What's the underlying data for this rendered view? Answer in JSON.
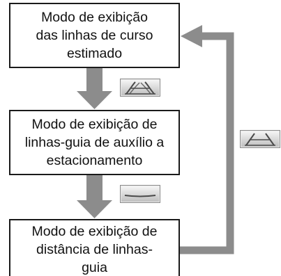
{
  "diagram": {
    "boxes": [
      {
        "line1": "Modo de exibição",
        "line2": "das linhas de curso",
        "line3": "estimado"
      },
      {
        "line1": "Modo de exibição de",
        "line2": "linhas-guia de auxílio a",
        "line3": "estacionamento"
      },
      {
        "line1": "Modo de exibição de",
        "line2": "distância de linhas-",
        "line3": "guia"
      }
    ],
    "buttons": [
      {
        "icon": "estimated-course-lines-icon"
      },
      {
        "icon": "distance-guide-line-icon"
      },
      {
        "icon": "parking-assist-guide-lines-icon"
      }
    ],
    "colors": {
      "arrow": "#8c8c8c",
      "box_border": "#1a1a1a",
      "text": "#111111"
    }
  }
}
